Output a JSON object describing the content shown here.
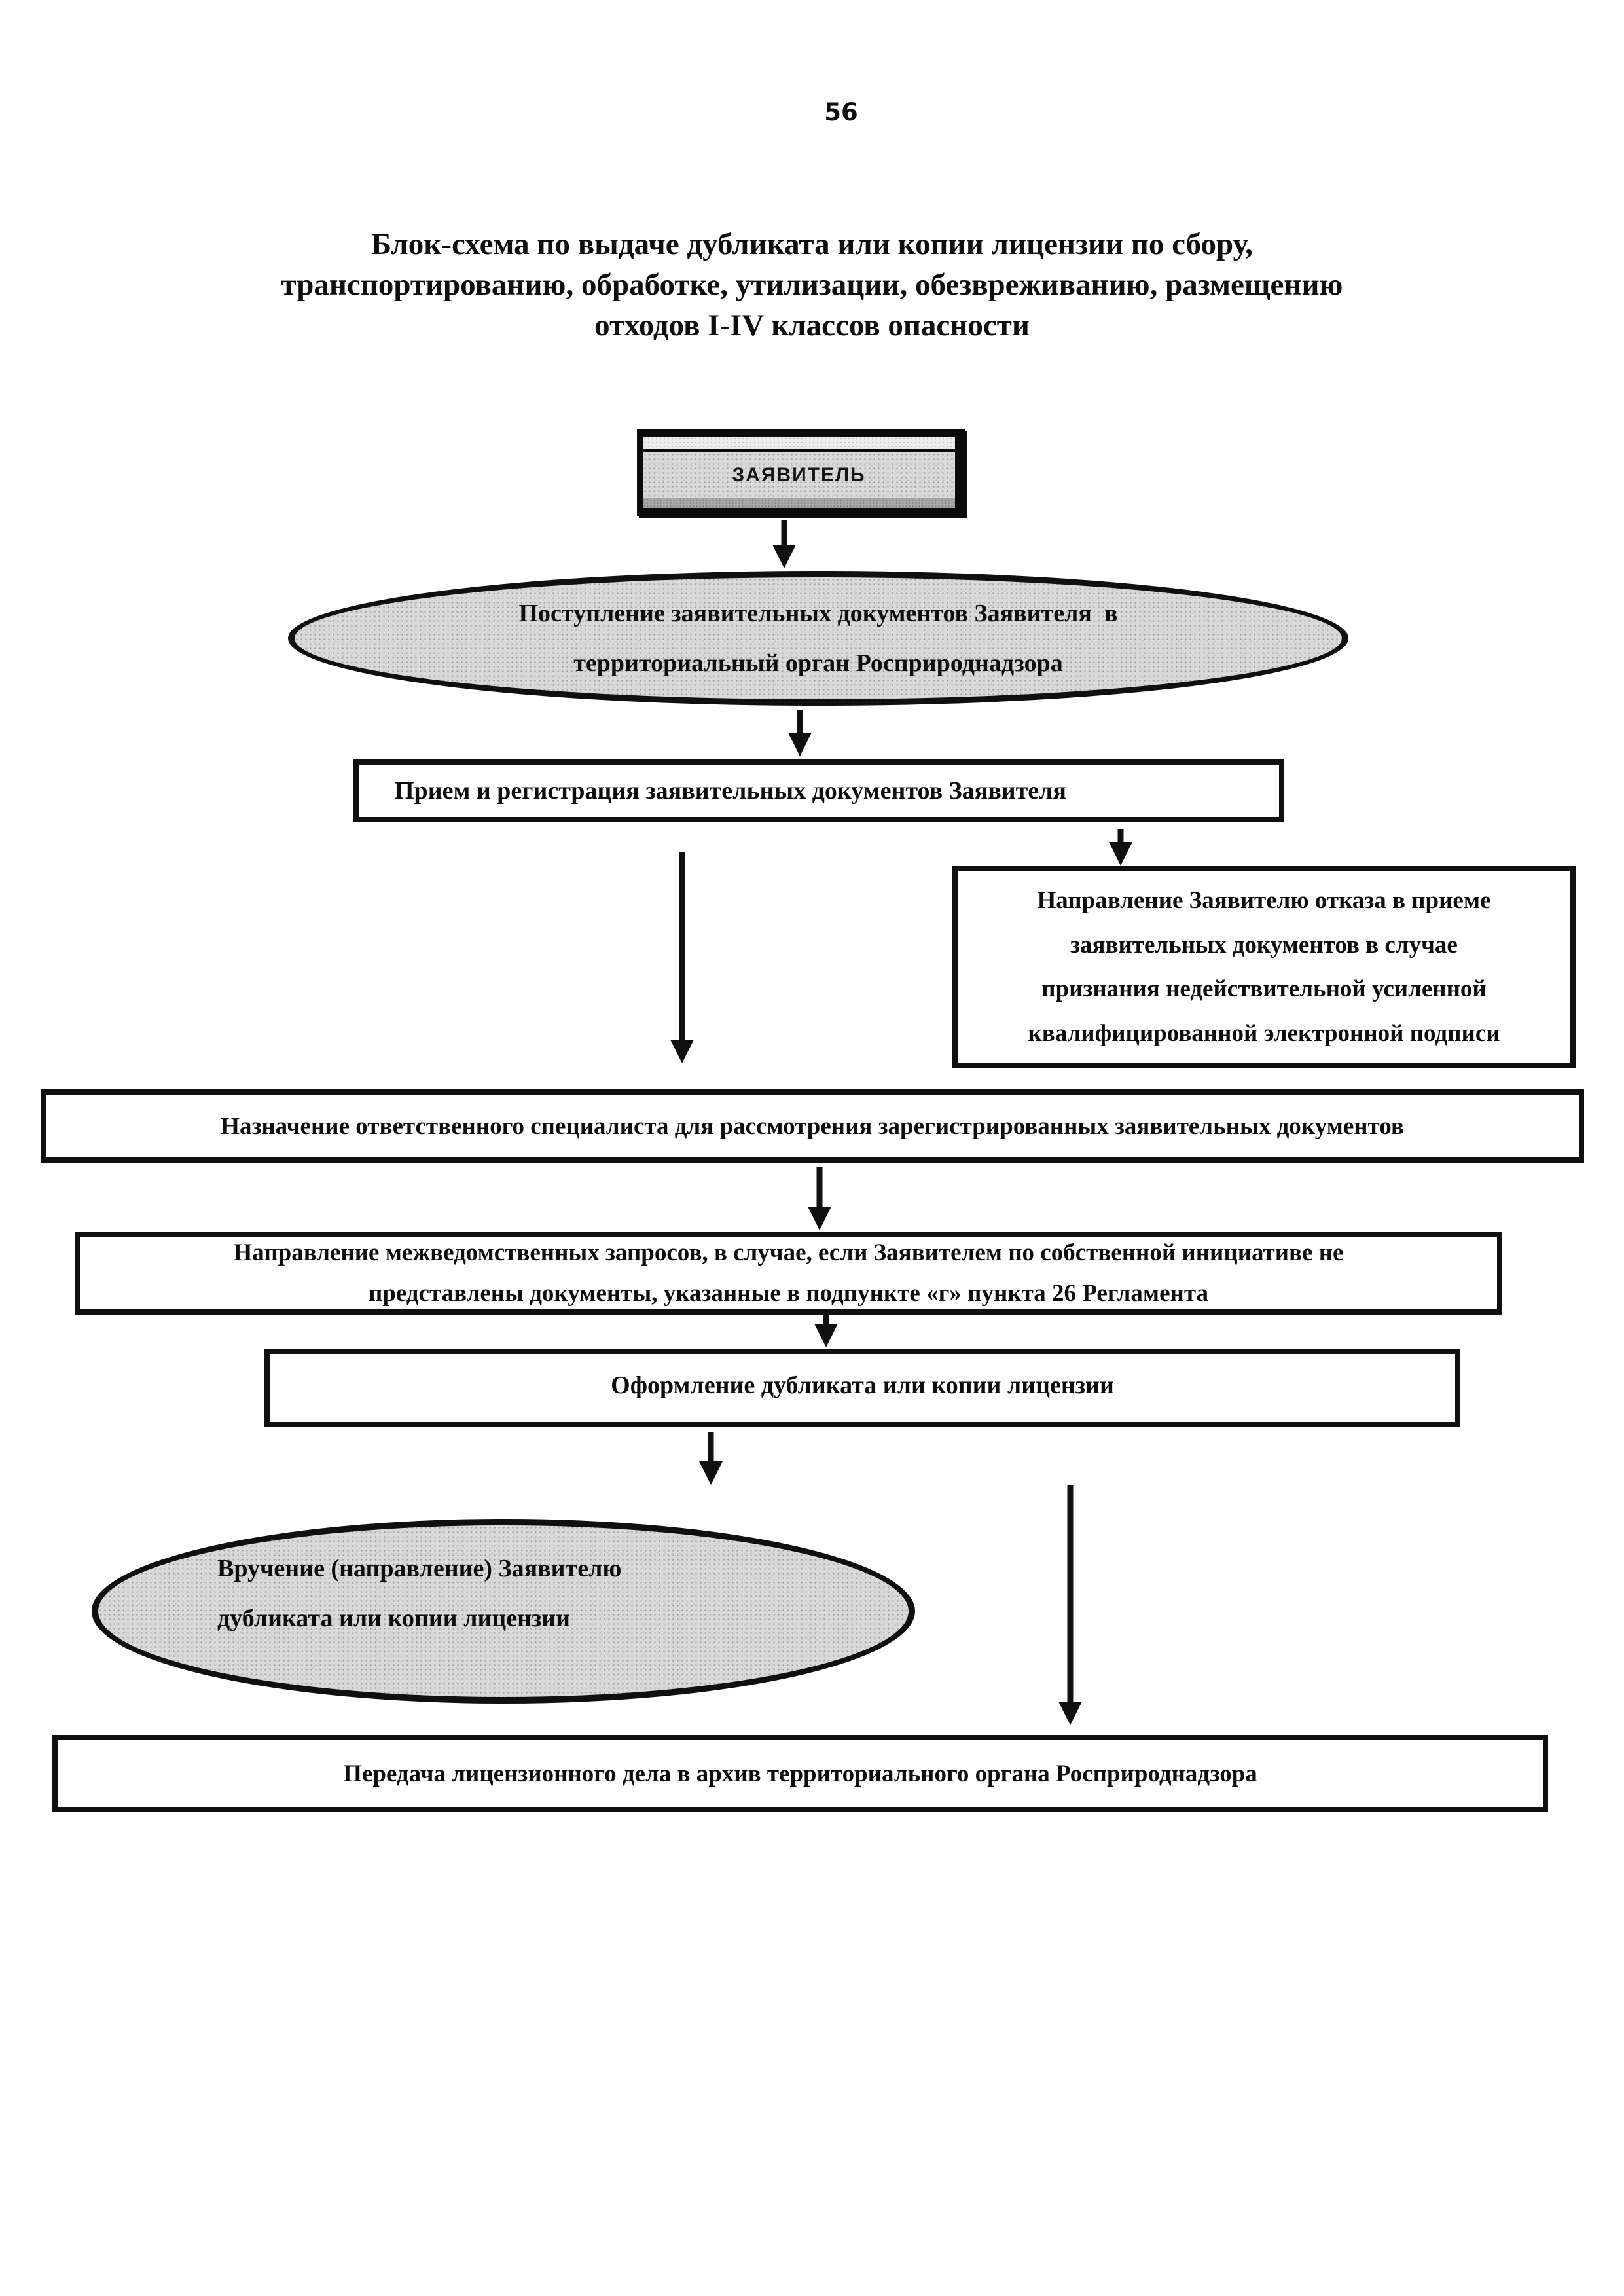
{
  "page": {
    "number": "56"
  },
  "title": {
    "lines": [
      "Блок-схема по выдаче дубликата или копии лицензии по сбору,",
      "транспортированию, обработке, утилизации, обезвреживанию, размещению",
      "отходов I-IV классов опасности"
    ]
  },
  "nodes": {
    "applicant": {
      "label": "ЗАЯВИТЕЛЬ"
    },
    "receipt_ellipse": {
      "lines": [
        "Поступление заявительных документов Заявителя  в",
        "территориальный орган Росприроднадзора"
      ]
    },
    "reception_box": {
      "text": "Прием и регистрация заявительных документов Заявителя"
    },
    "refusal_box": {
      "lines": [
        "Направление Заявителю отказа в приеме",
        "заявительных документов в случае",
        "признания недействительной усиленной",
        "квалифицированной электронной подписи"
      ]
    },
    "assignment_box": {
      "text": "Назначение ответственного специалиста для рассмотрения зарегистрированных заявительных документов"
    },
    "interagency_box": {
      "lines": [
        "Направление межведомственных запросов, в случае, если Заявителем по собственной инициативе не",
        "представлены документы, указанные в подпункте «г» пункта 26 Регламента"
      ]
    },
    "issuance_box": {
      "text": "Оформление дубликата или копии лицензии"
    },
    "delivery_ellipse": {
      "lines": [
        "Вручение (направление) Заявителю",
        "дубликата или копии лицензии"
      ]
    },
    "archive_box": {
      "text": "Передача лицензионного дела в архив территориального органа Росприроднадзора"
    }
  },
  "colors": {
    "ink": "#101010",
    "node_fill": "#ffffff",
    "shaded_fill": "#d9d9d9",
    "paper": "#ffffff"
  }
}
